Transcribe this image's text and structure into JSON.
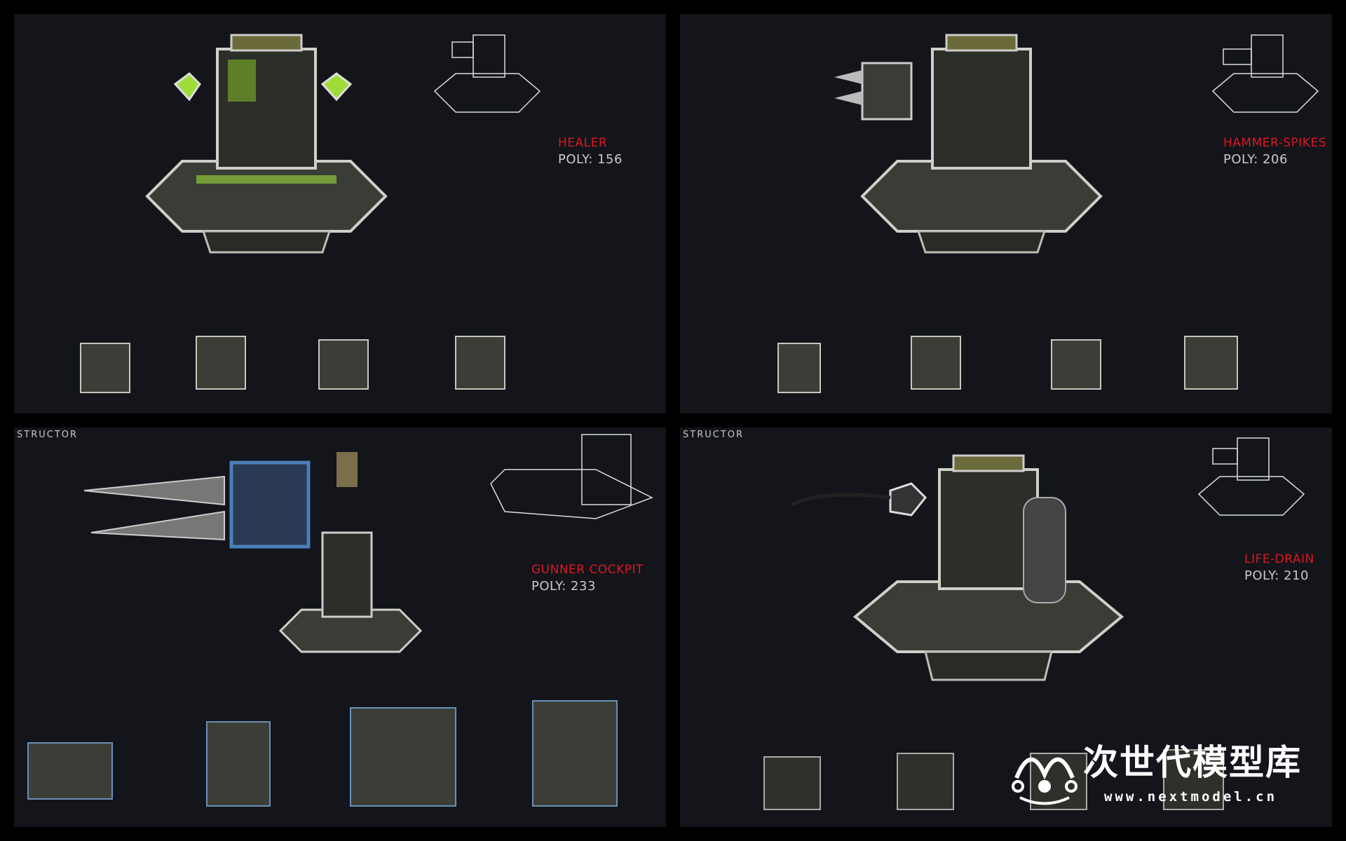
{
  "panels": [
    {
      "name": "HEALER",
      "poly": "POLY: 156",
      "accent": "#8fc43a"
    },
    {
      "name": "HAMMER-SPIKES",
      "poly": "POLY: 206",
      "accent": "#b8b8b0"
    },
    {
      "name": "GUNNER COCKPIT",
      "poly": "POLY: 233",
      "accent": "#4a7fb8",
      "caption": "STRUCTOR"
    },
    {
      "name": "LIFE-DRAIN",
      "poly": "POLY: 210",
      "accent": "#777",
      "caption": "STRUCTOR"
    }
  ],
  "watermark": {
    "title": "次世代模型库",
    "url": "www.nextmodel.cn"
  }
}
